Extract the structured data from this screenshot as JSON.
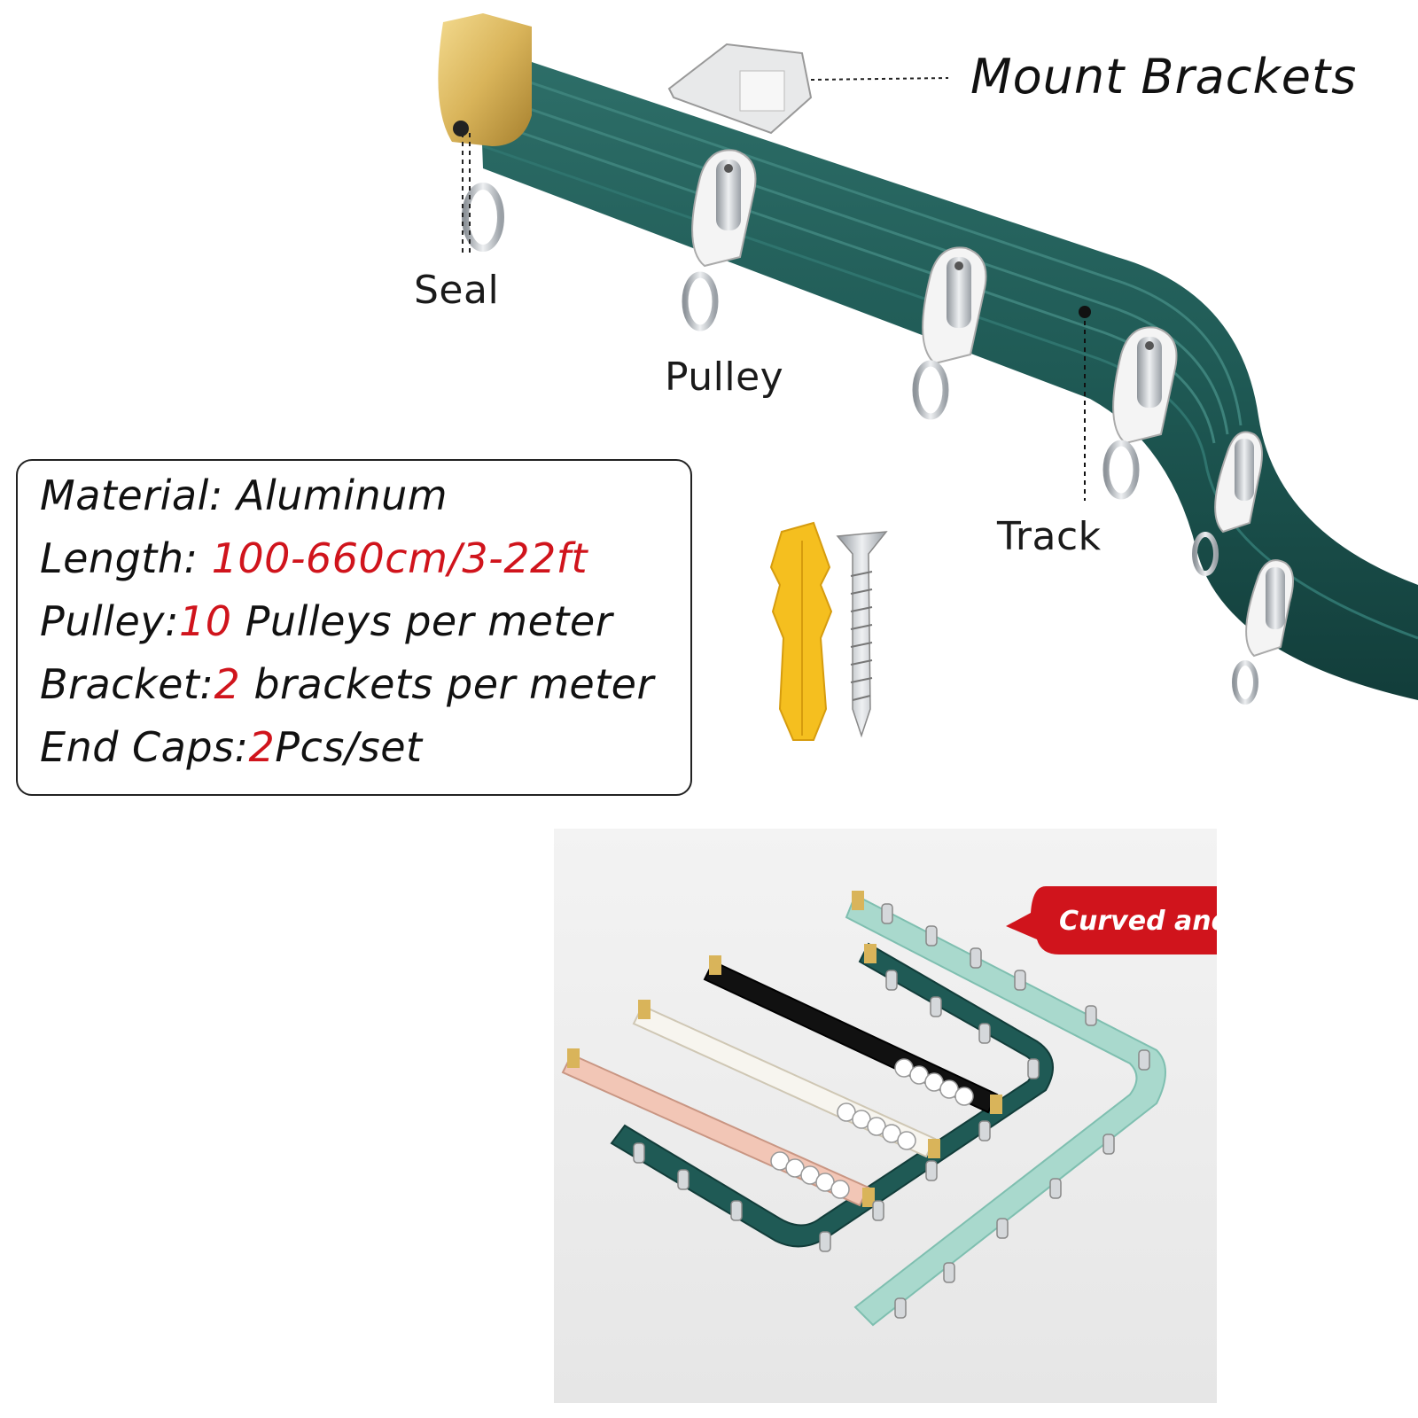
{
  "labels": {
    "mount_brackets": "Mount Brackets",
    "seal": "Seal",
    "pulley": "Pulley",
    "track": "Track"
  },
  "specs": {
    "material_label": "Material: Aluminum",
    "length_label": "Length: ",
    "length_value": "100-660cm/3-22ft",
    "pulley_label": "Pulley:",
    "pulley_value": "10",
    "pulley_suffix": " Pulleys per meter",
    "bracket_label": "Bracket:",
    "bracket_value": "2",
    "bracket_suffix": " brackets per meter",
    "endcaps_label": "End Caps:",
    "endcaps_value": "2",
    "endcaps_suffix": "Pcs/set"
  },
  "callout": {
    "text": "Curved and Straight"
  },
  "colors": {
    "track_green": "#1f5a55",
    "track_light": "#9fd1c6",
    "gold": "#d9b45a",
    "accent_red": "#d0141c",
    "anchor_yellow": "#f5bf1f"
  }
}
